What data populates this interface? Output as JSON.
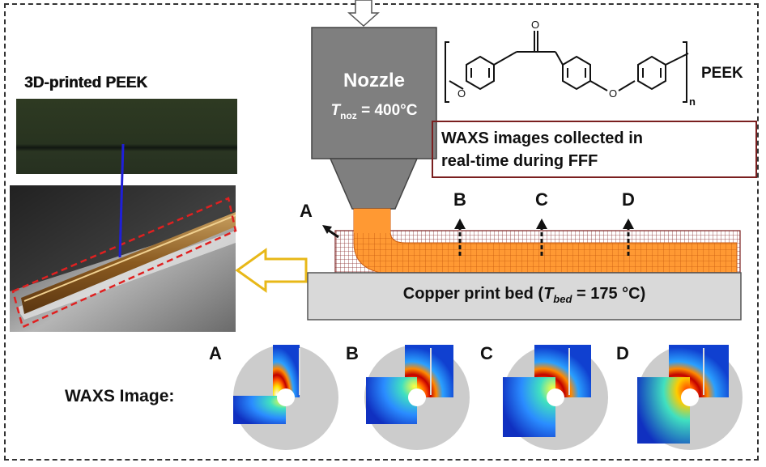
{
  "printed_title": "3D-printed PEEK",
  "nozzle": {
    "label": "Nozzle",
    "temp_symbol": "T",
    "temp_subscript": "noz",
    "temp_value": " = 400°C"
  },
  "peek_structure": {
    "label": "PEEK",
    "atom_o1": "O",
    "atom_o2": "O",
    "atom_o3": "O",
    "repeat_n": "n"
  },
  "waxs_box": {
    "line1": "WAXS images collected in",
    "line2": "real-time during FFF"
  },
  "bed": {
    "prefix": "Copper print bed (",
    "symbol": "T",
    "subscript": "bed",
    "suffix": " = 175 °C)"
  },
  "points": [
    "A",
    "B",
    "C",
    "D"
  ],
  "waxs_row": {
    "label": "WAXS Image:",
    "panels": [
      "A",
      "B",
      "C",
      "D"
    ]
  },
  "colors": {
    "nozzle_gray": "#7f7f7f",
    "bed_gray": "#d9d9d9",
    "filament_orange": "#ff9933",
    "box_border": "#7a1f1f",
    "arrow_yellow": "#f5d76e",
    "blue_line": "#1f1fd8",
    "dashed_red": "#e02020"
  }
}
